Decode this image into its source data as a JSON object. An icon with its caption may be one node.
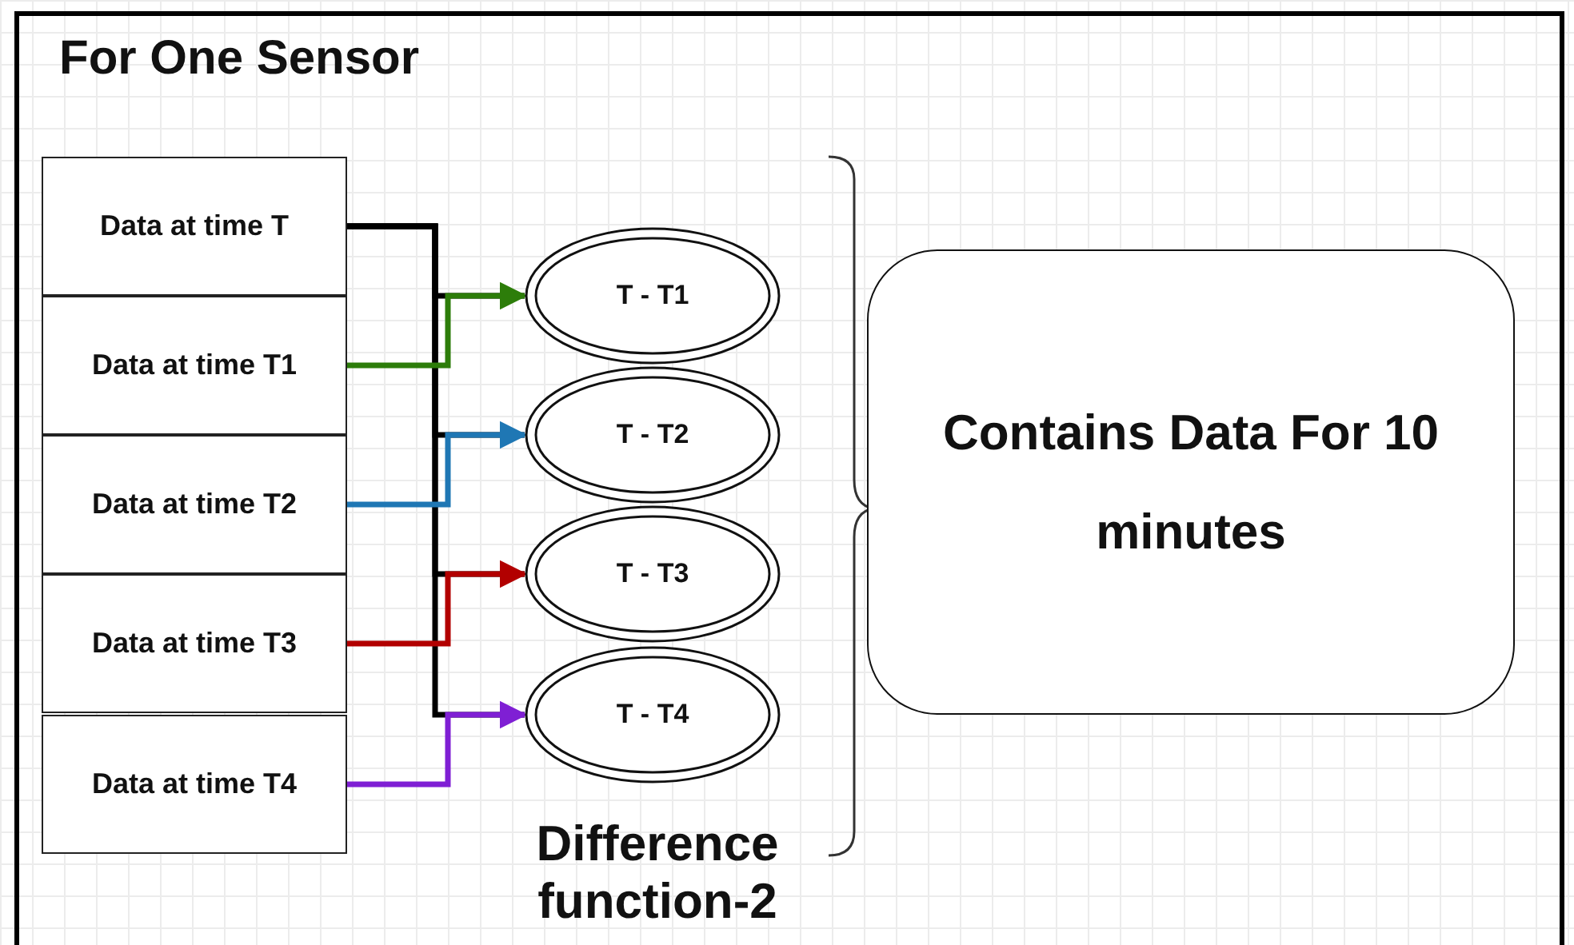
{
  "diagram": {
    "title": "For One Sensor",
    "nodes": [
      {
        "text": [
          "Data at time T"
        ]
      },
      {
        "text": [
          "Data at time T1"
        ]
      },
      {
        "text": [
          "Data at time T2"
        ]
      },
      {
        "text": [
          "Data at time T3"
        ]
      },
      {
        "text": [
          "Data at time T4"
        ]
      },
      {
        "text": [
          "T - T1"
        ]
      },
      {
        "text": [
          "T - T2"
        ]
      },
      {
        "text": [
          "T - T3"
        ]
      },
      {
        "text": [
          "T - T4"
        ]
      },
      {
        "text": [
          "Contains Data For 10 minutes"
        ]
      }
    ],
    "edges": [
      {
        "from": 0,
        "to": 5,
        "arrow": "none",
        "color": "#000000"
      },
      {
        "from": 0,
        "to": 6,
        "arrow": "none",
        "color": "#000000"
      },
      {
        "from": 0,
        "to": 7,
        "arrow": "none",
        "color": "#000000"
      },
      {
        "from": 0,
        "to": 8,
        "arrow": "none",
        "color": "#000000"
      },
      {
        "from": 1,
        "to": 5,
        "arrow": "to",
        "color": "#2d7d0a"
      },
      {
        "from": 2,
        "to": 6,
        "arrow": "to",
        "color": "#1f77b4"
      },
      {
        "from": 3,
        "to": 7,
        "arrow": "to",
        "color": "#b20000"
      },
      {
        "from": 4,
        "to": 8,
        "arrow": "to",
        "color": "#7f1fd4"
      }
    ],
    "labels": [
      "Difference function-2"
    ]
  }
}
